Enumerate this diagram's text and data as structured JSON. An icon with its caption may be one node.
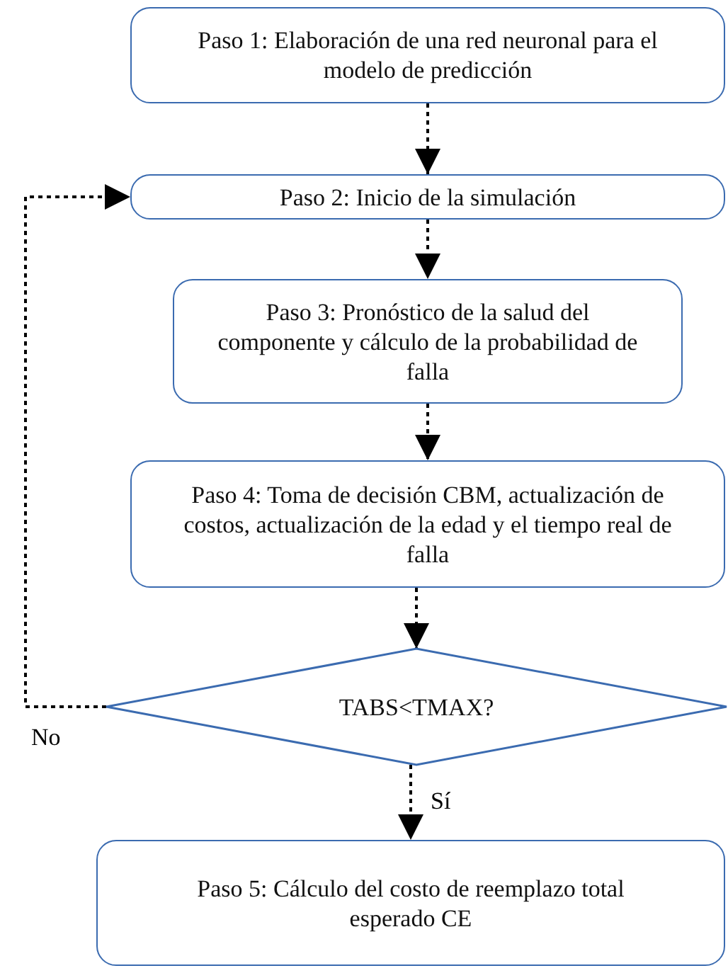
{
  "diagram": {
    "nodes": [
      {
        "text": [
          "Paso 1: Elaboración de una red neuronal para el modelo de predicción"
        ]
      },
      {
        "text": [
          "Paso 2: Inicio de la simulación"
        ]
      },
      {
        "text": [
          "Paso 3: Pronóstico de la salud del componente y cálculo de la probabilidad de falla"
        ]
      },
      {
        "text": [
          "Paso 4: Toma de decisión CBM, actualización de costos, actualización de la edad y el tiempo real de falla"
        ]
      },
      {
        "text": [
          "TABS<TMAX?"
        ]
      },
      {
        "text": [
          "Paso 5: Cálculo del costo de reemplazo total esperado CE"
        ]
      }
    ],
    "edges": [
      {
        "from": 0,
        "to": 1,
        "arrow": "to",
        "style": "dashed"
      },
      {
        "from": 1,
        "to": 2,
        "arrow": "to",
        "style": "dashed"
      },
      {
        "from": 2,
        "to": 3,
        "arrow": "to",
        "style": "dashed"
      },
      {
        "from": 3,
        "to": 4,
        "arrow": "to",
        "style": "dashed"
      },
      {
        "from": 4,
        "to": 5,
        "arrow": "to",
        "style": "dashed",
        "label": "Sí"
      },
      {
        "from": 4,
        "to": 1,
        "arrow": "to",
        "style": "dashed",
        "label": "No"
      }
    ]
  }
}
